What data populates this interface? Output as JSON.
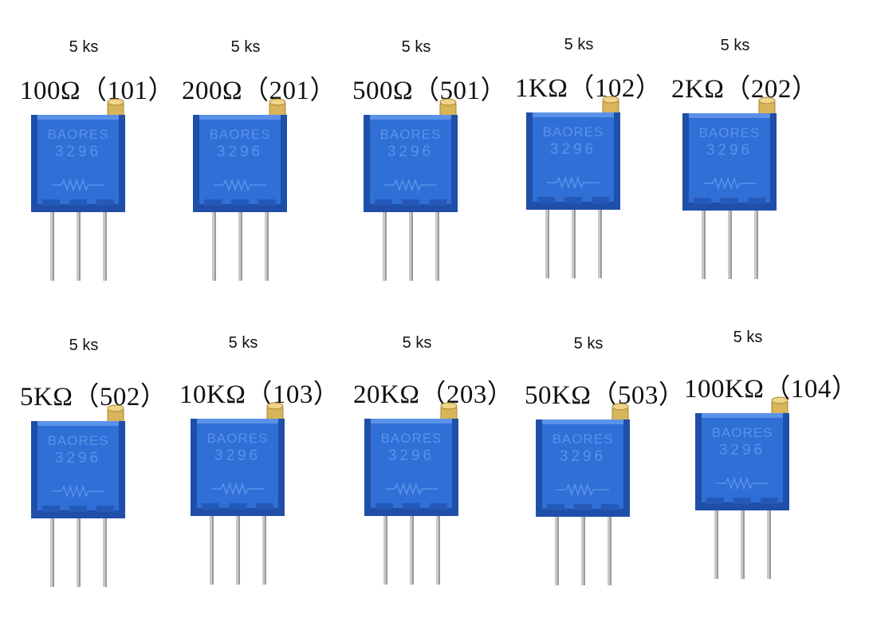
{
  "body_marking": "BAORES",
  "model_marking": "3296",
  "colors": {
    "body": "#2f6fd6",
    "body_dark": "#1f4fa8",
    "body_light": "#5a92ea",
    "screw": "#d8b45a",
    "pins": "#c9c9c9"
  },
  "items": [
    {
      "qty": "5 ks",
      "label": "100Ω（101）"
    },
    {
      "qty": "5 ks",
      "label": "200Ω（201）"
    },
    {
      "qty": "5 ks",
      "label": "500Ω（501）"
    },
    {
      "qty": "5 ks",
      "label": "1KΩ（102）"
    },
    {
      "qty": "5 ks",
      "label": "2KΩ（202）"
    },
    {
      "qty": "5 ks",
      "label": "5KΩ（502）"
    },
    {
      "qty": "5 ks",
      "label": "10KΩ（103）"
    },
    {
      "qty": "5 ks",
      "label": "20KΩ（203）"
    },
    {
      "qty": "5 ks",
      "label": "50KΩ（503）"
    },
    {
      "qty": "5 ks",
      "label": "100KΩ（104）"
    }
  ]
}
